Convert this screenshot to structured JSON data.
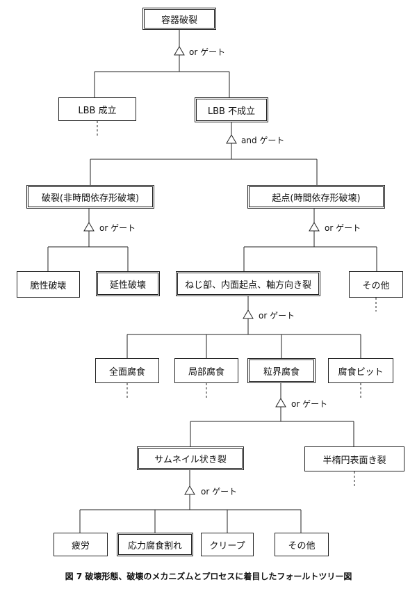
{
  "nodes": {
    "n1": "容器破裂",
    "n2": "LBB 成立",
    "n3": "LBB 不成立",
    "n4": "破裂(非時間依存形破壊)",
    "n5": "起点(時間依存形破壊)",
    "n6": "脆性破壊",
    "n7": "延性破壊",
    "n8": "ねじ部、内面起点、軸方向き裂",
    "n9": "その他",
    "n10": "全面腐食",
    "n11": "局部腐食",
    "n12": "粒界腐食",
    "n13": "腐食ピット",
    "n14": "サムネイル状き裂",
    "n15": "半楕円表面き裂",
    "n16": "疲労",
    "n17": "応力腐食割れ",
    "n18": "クリープ",
    "n19": "その他"
  },
  "gates": {
    "g1": "or ゲート",
    "g2": "and ゲート",
    "g3": "or ゲート",
    "g4": "or ゲート",
    "g5": "or ゲート",
    "g6": "or ゲート",
    "g7": "or ゲート"
  },
  "caption": "図 7  破壊形態、破壊のメカニズムとプロセスに着目したフォールトツリー図"
}
